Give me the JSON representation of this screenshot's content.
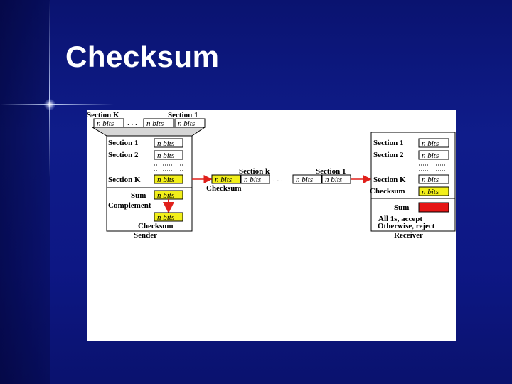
{
  "slide": {
    "title": "Checksum"
  },
  "figure": {
    "sender": {
      "top_labels": [
        "Section K",
        "Section 1"
      ],
      "data_label": "n bits",
      "rows": [
        "Section 1",
        "Section 2",
        "Section K"
      ],
      "sum_label": "Sum",
      "complement_label": "Complement",
      "checksum_label": "Checksum",
      "caption": "Sender"
    },
    "channel": {
      "left_label": "Section k",
      "right_label": "Section 1",
      "checksum_label": "Checksum",
      "ellipsis": ". . ."
    },
    "receiver": {
      "rows": [
        "Section 1",
        "Section 2",
        "Section K",
        "Checksum"
      ],
      "sum_label": "Sum",
      "result_line1": "All 1s, accept",
      "result_line2": "Otherwise, reject",
      "caption": "Receiver"
    },
    "colors": {
      "highlight": "#f2ef1a",
      "arrow": "#e0201b",
      "sum_fill": "#e51515"
    }
  }
}
